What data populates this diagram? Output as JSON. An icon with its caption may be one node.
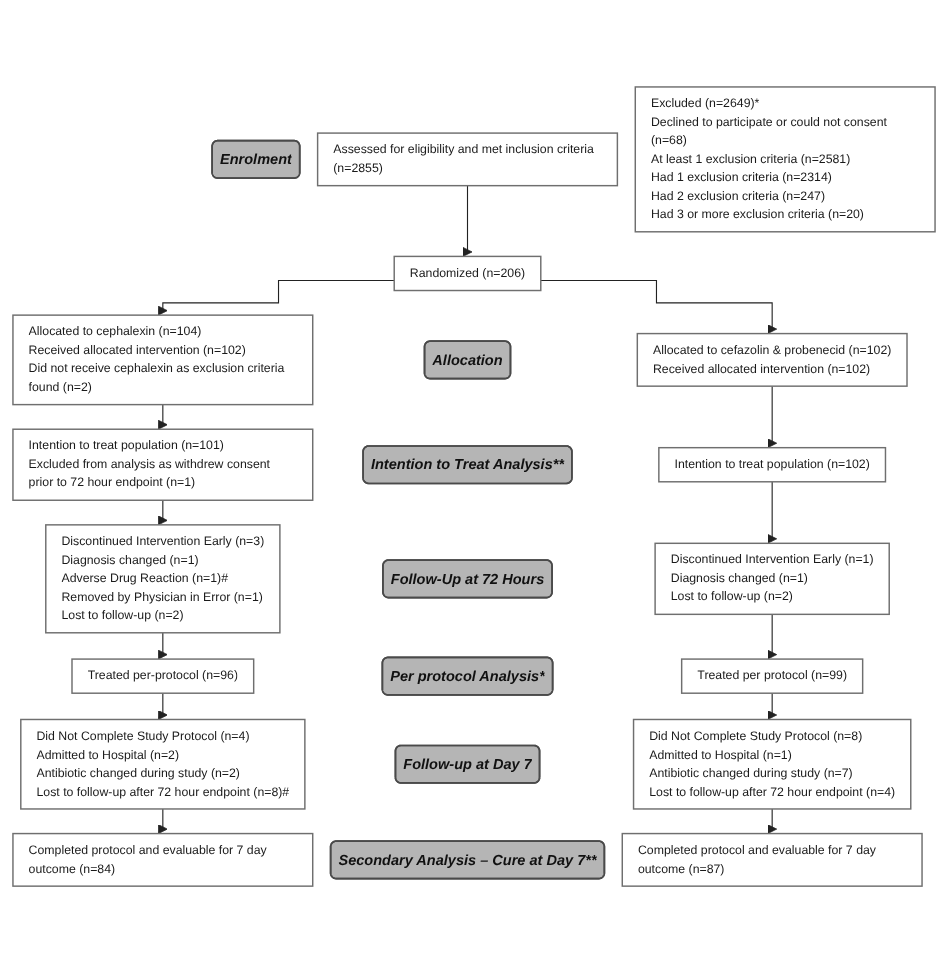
{
  "diagram": {
    "nodes": [
      {
        "text": [
          "Assessed for eligibility and met inclusion criteria (n=2855)"
        ]
      },
      {
        "text": [
          "Enrolment"
        ]
      },
      {
        "text": [
          "Excluded (n=2649)*",
          "Declined to participate or could not consent (n=68)",
          "At least 1 exclusion criteria (n=2581)",
          "Had 1 exclusion criteria (n=2314)",
          "Had 2 exclusion criteria (n=247)",
          "Had 3 or more exclusion criteria (n=20)"
        ]
      },
      {
        "text": [
          "Randomized (n=206)"
        ]
      },
      {
        "text": [
          "Allocation"
        ]
      },
      {
        "text": [
          "Allocated to cephalexin (n=104)",
          "Received allocated intervention (n=102)",
          "Did not receive cephalexin as exclusion criteria found (n=2)"
        ]
      },
      {
        "text": [
          "Allocated to cefazolin & probenecid (n=102)",
          "Received allocated intervention (n=102)"
        ]
      },
      {
        "text": [
          "Intention to Treat Analysis**"
        ]
      },
      {
        "text": [
          "Intention to treat population (n=101)",
          "Excluded from analysis as withdrew consent prior to 72 hour endpoint (n=1)"
        ]
      },
      {
        "text": [
          "Intention to treat population (n=102)"
        ]
      },
      {
        "text": [
          "Follow-Up at 72 Hours"
        ]
      },
      {
        "text": [
          "Discontinued Intervention Early (n=3)",
          "Diagnosis changed (n=1)",
          "Adverse Drug Reaction (n=1)#",
          "Removed by Physician in Error (n=1)",
          "Lost to follow-up (n=2)"
        ]
      },
      {
        "text": [
          "Discontinued Intervention Early (n=1)",
          "Diagnosis changed (n=1)",
          "Lost to follow-up (n=2)"
        ]
      },
      {
        "text": [
          "Per protocol Analysis*"
        ]
      },
      {
        "text": [
          "Treated per-protocol (n=96)"
        ]
      },
      {
        "text": [
          "Treated per protocol (n=99)"
        ]
      },
      {
        "text": [
          "Follow-up at Day 7"
        ]
      },
      {
        "text": [
          "Did Not Complete Study Protocol (n=4)",
          "Admitted to Hospital (n=2)",
          "Antibiotic changed during study (n=2)",
          "Lost to follow-up after 72 hour endpoint (n=8)#"
        ]
      },
      {
        "text": [
          "Did Not Complete Study Protocol (n=8)",
          "Admitted to Hospital (n=1)",
          "Antibiotic changed during study (n=7)",
          "Lost to follow-up after 72 hour endpoint (n=4)"
        ]
      },
      {
        "text": [
          "Secondary Analysis – Cure at Day 7**"
        ]
      },
      {
        "text": [
          "Completed protocol and evaluable for 7 day outcome (n=84)"
        ]
      },
      {
        "text": [
          "Completed protocol and evaluable for 7 day outcome (n=87)"
        ]
      }
    ],
    "edges": [
      {
        "from": 0,
        "to": 3,
        "arrow": "to"
      },
      {
        "from": 3,
        "to": 5,
        "arrow": "to"
      },
      {
        "from": 3,
        "to": 6,
        "arrow": "to"
      },
      {
        "from": 5,
        "to": 8,
        "arrow": "to"
      },
      {
        "from": 6,
        "to": 9,
        "arrow": "to"
      },
      {
        "from": 8,
        "to": 11,
        "arrow": "to"
      },
      {
        "from": 9,
        "to": 12,
        "arrow": "to"
      },
      {
        "from": 11,
        "to": 14,
        "arrow": "to"
      },
      {
        "from": 12,
        "to": 15,
        "arrow": "to"
      },
      {
        "from": 14,
        "to": 17,
        "arrow": "to"
      },
      {
        "from": 15,
        "to": 18,
        "arrow": "to"
      },
      {
        "from": 17,
        "to": 20,
        "arrow": "to"
      },
      {
        "from": 18,
        "to": 21,
        "arrow": "to"
      }
    ]
  }
}
